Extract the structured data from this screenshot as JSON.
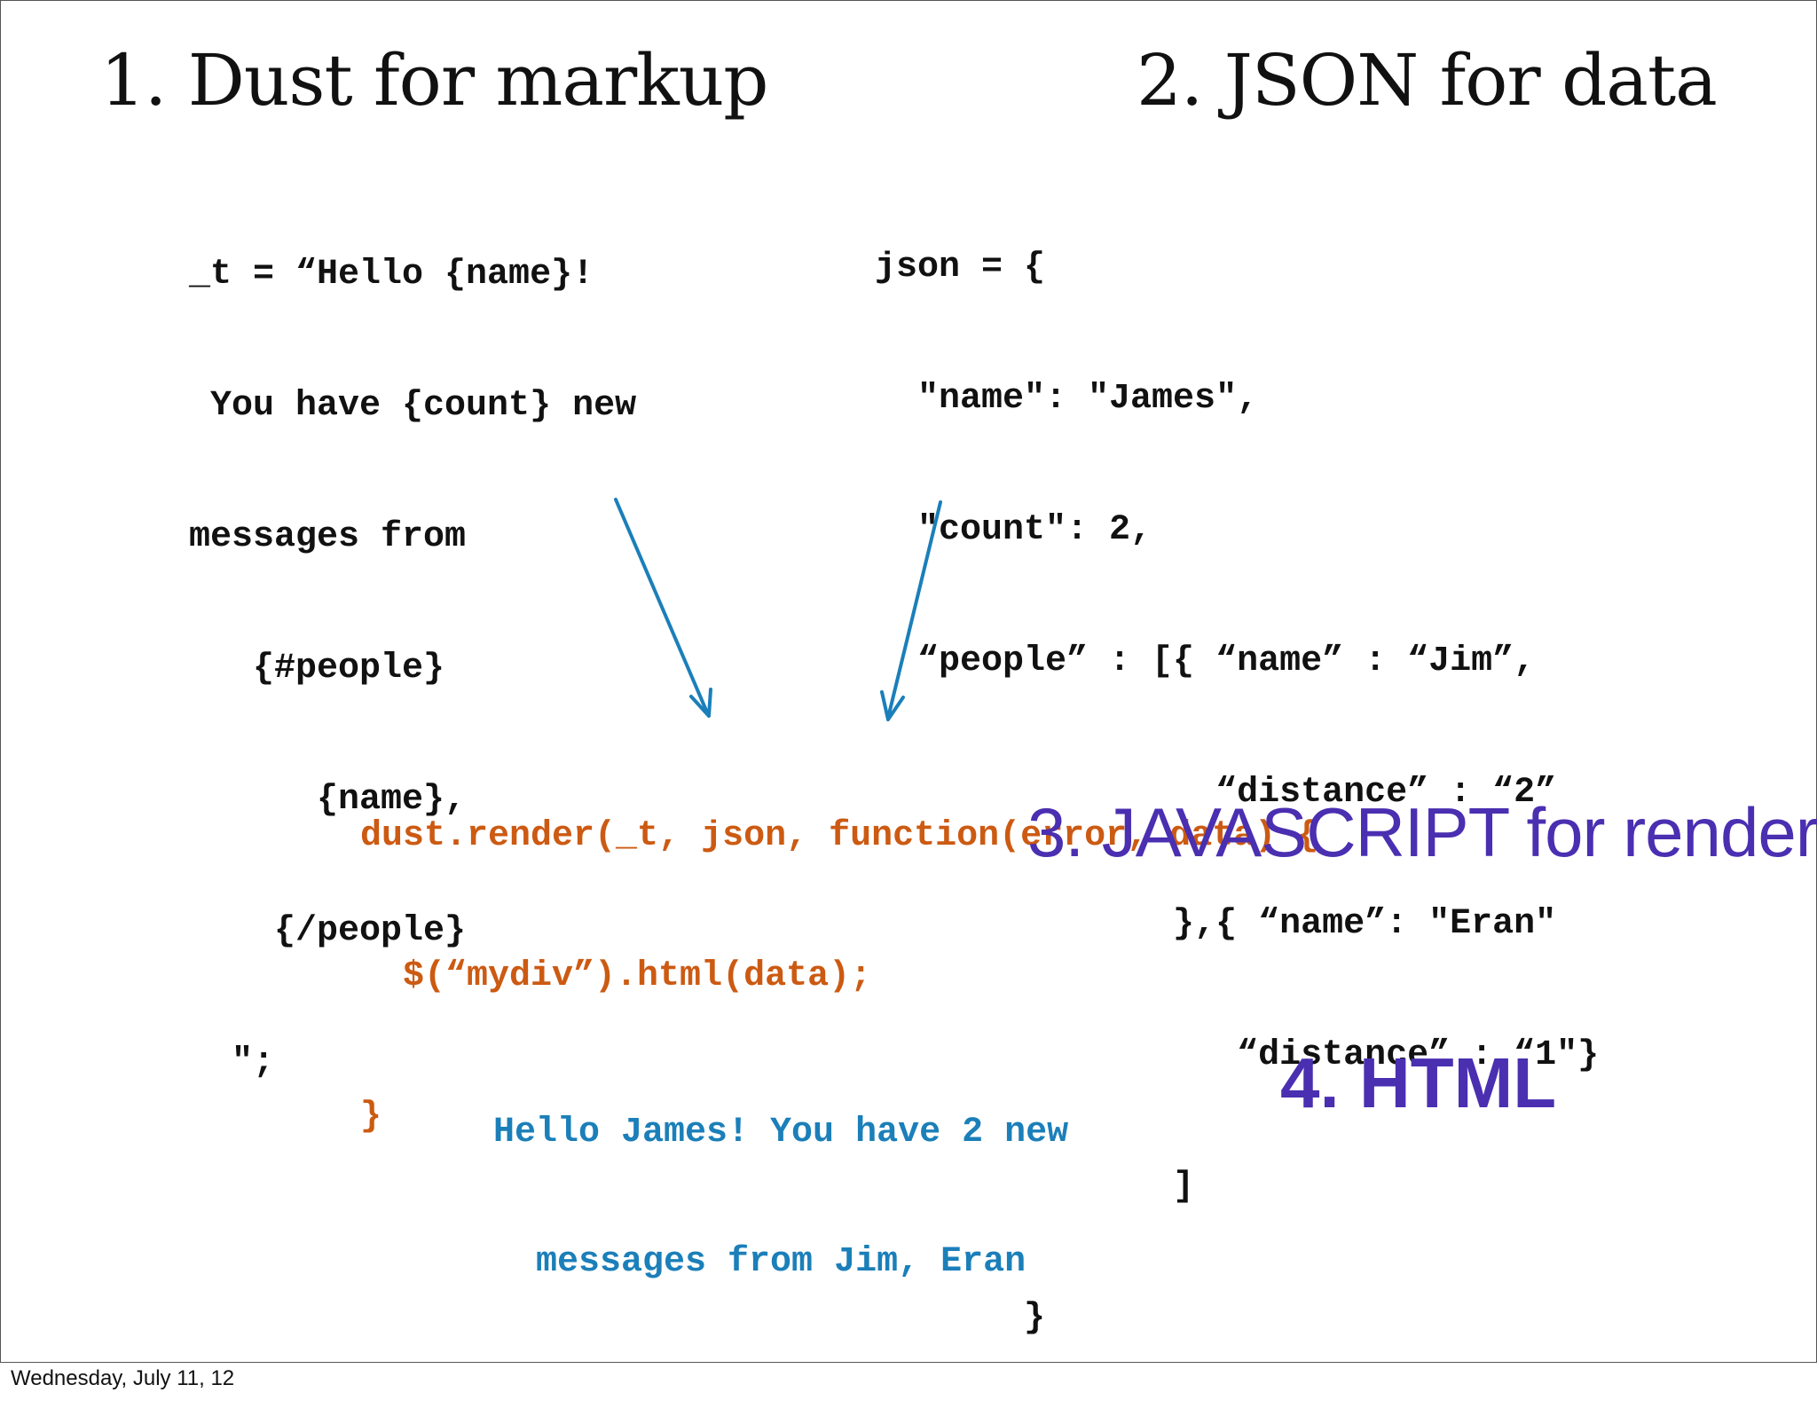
{
  "slide": {
    "step1_heading": "1. Dust for markup",
    "step2_heading": "2. JSON for data",
    "step3_label": "3. JAVASCRIPT for render",
    "step4_label": "4. HTML",
    "dust_template_lines": [
      "_t = “Hello {name}!",
      " You have {count} new",
      "messages from",
      "   {#people}",
      "      {name},",
      "    {/people}",
      "  ″;"
    ],
    "json_code_lines": [
      "json = {",
      "  \"name\": ″James\",",
      "  \"count\": 2,",
      "  “people” : [{ “name” : “Jim”,",
      "                “distance” : “2”",
      "              },{ “name”: ″Eran″",
      "                 “distance” : “1″}",
      "              ]",
      "       }"
    ],
    "render_code_lines": [
      "dust.render(_t, json, function(error, data) {",
      "  $(“mydiv”).html(data);",
      "}"
    ],
    "result_lines": [
      "Hello James! You have 2 new",
      "  messages from Jim, Eran"
    ],
    "colors": {
      "heading": "#111111",
      "code": "#111111",
      "render_code": "#cc5a12",
      "result": "#1b7fb9",
      "labels": "#4a2fb1",
      "arrows": "#1b7fb9"
    },
    "icons": {
      "arrow_from_dust": "down-arrow-icon",
      "arrow_from_json": "down-arrow-icon"
    }
  },
  "footer": {
    "date": "Wednesday, July 11, 12"
  }
}
